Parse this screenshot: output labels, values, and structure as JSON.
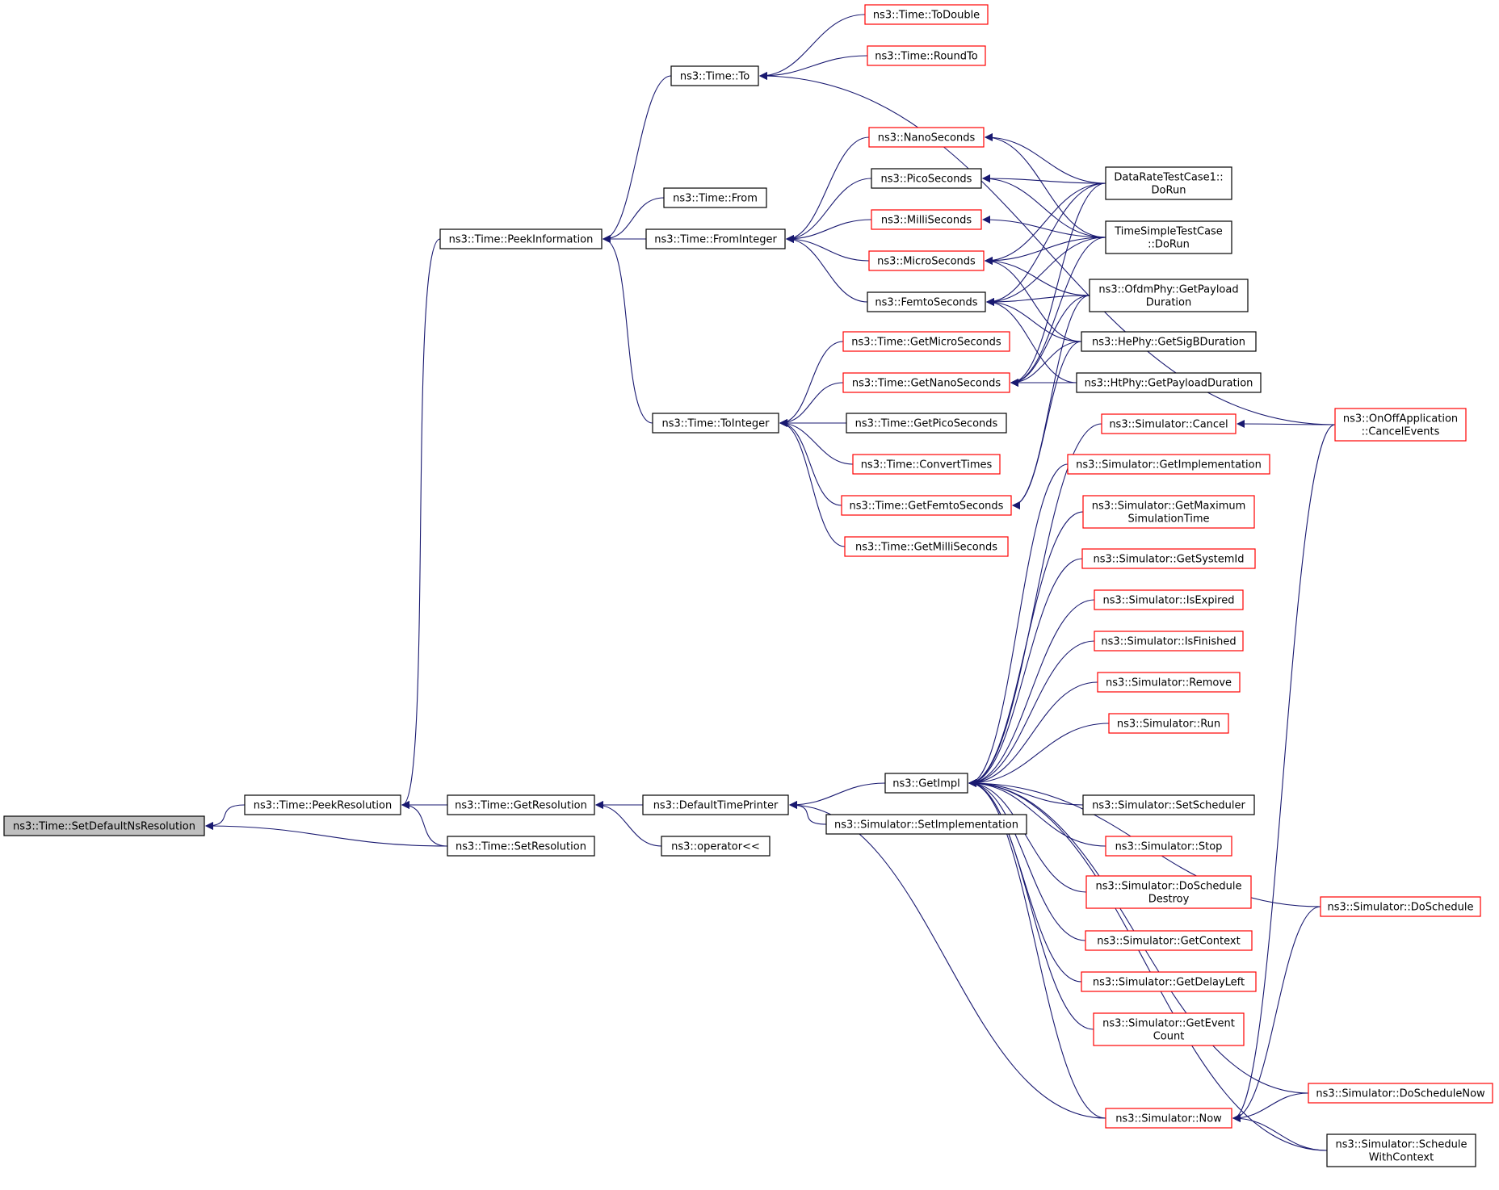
{
  "graph": {
    "focus_id": "setdefault",
    "edge_color": "#191970",
    "focus_fill": "#bfbfbf",
    "border_default": "#000000",
    "border_truncated": "#ff0000",
    "nodes": [
      {
        "id": "setdefault",
        "lines": [
          "ns3::Time::SetDefaultNsResolution"
        ],
        "truncated": false,
        "focus": true
      },
      {
        "id": "peekres",
        "lines": [
          "ns3::Time::PeekResolution"
        ],
        "truncated": false
      },
      {
        "id": "peekinfo",
        "lines": [
          "ns3::Time::PeekInformation"
        ],
        "truncated": false
      },
      {
        "id": "getres",
        "lines": [
          "ns3::Time::GetResolution"
        ],
        "truncated": false
      },
      {
        "id": "setres",
        "lines": [
          "ns3::Time::SetResolution"
        ],
        "truncated": false
      },
      {
        "id": "to",
        "lines": [
          "ns3::Time::To"
        ],
        "truncated": false
      },
      {
        "id": "from",
        "lines": [
          "ns3::Time::From"
        ],
        "truncated": false
      },
      {
        "id": "fromint",
        "lines": [
          "ns3::Time::FromInteger"
        ],
        "truncated": false
      },
      {
        "id": "toint",
        "lines": [
          "ns3::Time::ToInteger"
        ],
        "truncated": false
      },
      {
        "id": "dtp",
        "lines": [
          "ns3::DefaultTimePrinter"
        ],
        "truncated": false
      },
      {
        "id": "oplt",
        "lines": [
          "ns3::operator<<"
        ],
        "truncated": false
      },
      {
        "id": "todouble",
        "lines": [
          "ns3::Time::ToDouble"
        ],
        "truncated": true
      },
      {
        "id": "roundto",
        "lines": [
          "ns3::Time::RoundTo"
        ],
        "truncated": true
      },
      {
        "id": "nanos",
        "lines": [
          "ns3::NanoSeconds"
        ],
        "truncated": true
      },
      {
        "id": "picos",
        "lines": [
          "ns3::PicoSeconds"
        ],
        "truncated": false
      },
      {
        "id": "millis",
        "lines": [
          "ns3::MilliSeconds"
        ],
        "truncated": true
      },
      {
        "id": "micros",
        "lines": [
          "ns3::MicroSeconds"
        ],
        "truncated": true
      },
      {
        "id": "femtos",
        "lines": [
          "ns3::FemtoSeconds"
        ],
        "truncated": false
      },
      {
        "id": "getmicro",
        "lines": [
          "ns3::Time::GetMicroSeconds"
        ],
        "truncated": true
      },
      {
        "id": "getnano",
        "lines": [
          "ns3::Time::GetNanoSeconds"
        ],
        "truncated": true
      },
      {
        "id": "getpico",
        "lines": [
          "ns3::Time::GetPicoSeconds"
        ],
        "truncated": false
      },
      {
        "id": "convert",
        "lines": [
          "ns3::Time::ConvertTimes"
        ],
        "truncated": true
      },
      {
        "id": "getfemto",
        "lines": [
          "ns3::Time::GetFemtoSeconds"
        ],
        "truncated": true
      },
      {
        "id": "getmilli",
        "lines": [
          "ns3::Time::GetMilliSeconds"
        ],
        "truncated": true
      },
      {
        "id": "getimpl",
        "lines": [
          "ns3::GetImpl"
        ],
        "truncated": false
      },
      {
        "id": "setimpl",
        "lines": [
          "ns3::Simulator::SetImplementation"
        ],
        "truncated": false
      },
      {
        "id": "datarate",
        "lines": [
          "DataRateTestCase1::",
          "DoRun"
        ],
        "truncated": false
      },
      {
        "id": "timesimple",
        "lines": [
          "TimeSimpleTestCase",
          "::DoRun"
        ],
        "truncated": false
      },
      {
        "id": "ofdm",
        "lines": [
          "ns3::OfdmPhy::GetPayload",
          "Duration"
        ],
        "truncated": false
      },
      {
        "id": "hephy",
        "lines": [
          "ns3::HePhy::GetSigBDuration"
        ],
        "truncated": false
      },
      {
        "id": "htphy",
        "lines": [
          "ns3::HtPhy::GetPayloadDuration"
        ],
        "truncated": false
      },
      {
        "id": "cancel",
        "lines": [
          "ns3::Simulator::Cancel"
        ],
        "truncated": true
      },
      {
        "id": "getimplementation",
        "lines": [
          "ns3::Simulator::GetImplementation"
        ],
        "truncated": true
      },
      {
        "id": "getmaxsim",
        "lines": [
          "ns3::Simulator::GetMaximum",
          "SimulationTime"
        ],
        "truncated": true
      },
      {
        "id": "getsysid",
        "lines": [
          "ns3::Simulator::GetSystemId"
        ],
        "truncated": true
      },
      {
        "id": "isexpired",
        "lines": [
          "ns3::Simulator::IsExpired"
        ],
        "truncated": true
      },
      {
        "id": "isfinished",
        "lines": [
          "ns3::Simulator::IsFinished"
        ],
        "truncated": true
      },
      {
        "id": "remove",
        "lines": [
          "ns3::Simulator::Remove"
        ],
        "truncated": true
      },
      {
        "id": "run",
        "lines": [
          "ns3::Simulator::Run"
        ],
        "truncated": true
      },
      {
        "id": "setscheduler",
        "lines": [
          "ns3::Simulator::SetScheduler"
        ],
        "truncated": false
      },
      {
        "id": "stop",
        "lines": [
          "ns3::Simulator::Stop"
        ],
        "truncated": true
      },
      {
        "id": "doschedestroy",
        "lines": [
          "ns3::Simulator::DoSchedule",
          "Destroy"
        ],
        "truncated": true
      },
      {
        "id": "getcontext",
        "lines": [
          "ns3::Simulator::GetContext"
        ],
        "truncated": true
      },
      {
        "id": "getdelay",
        "lines": [
          "ns3::Simulator::GetDelayLeft"
        ],
        "truncated": true
      },
      {
        "id": "geteventcount",
        "lines": [
          "ns3::Simulator::GetEvent",
          "Count"
        ],
        "truncated": true
      },
      {
        "id": "now",
        "lines": [
          "ns3::Simulator::Now"
        ],
        "truncated": true
      },
      {
        "id": "onoff",
        "lines": [
          "ns3::OnOffApplication",
          "::CancelEvents"
        ],
        "truncated": true
      },
      {
        "id": "dosched",
        "lines": [
          "ns3::Simulator::DoSchedule"
        ],
        "truncated": true
      },
      {
        "id": "doschednow",
        "lines": [
          "ns3::Simulator::DoScheduleNow"
        ],
        "truncated": true
      },
      {
        "id": "schedctx",
        "lines": [
          "ns3::Simulator::Schedule",
          "WithContext"
        ],
        "truncated": false
      }
    ],
    "edges": [
      {
        "from": "setdefault",
        "to": "peekres"
      },
      {
        "from": "setdefault",
        "to": "setres"
      },
      {
        "from": "peekres",
        "to": "peekinfo"
      },
      {
        "from": "peekres",
        "to": "getres"
      },
      {
        "from": "peekres",
        "to": "setres"
      },
      {
        "from": "peekinfo",
        "to": "to"
      },
      {
        "from": "peekinfo",
        "to": "from"
      },
      {
        "from": "peekinfo",
        "to": "fromint"
      },
      {
        "from": "peekinfo",
        "to": "toint"
      },
      {
        "from": "getres",
        "to": "dtp"
      },
      {
        "from": "getres",
        "to": "oplt"
      },
      {
        "from": "to",
        "to": "todouble"
      },
      {
        "from": "to",
        "to": "roundto"
      },
      {
        "from": "to",
        "to": "onoff"
      },
      {
        "from": "fromint",
        "to": "nanos"
      },
      {
        "from": "fromint",
        "to": "picos"
      },
      {
        "from": "fromint",
        "to": "millis"
      },
      {
        "from": "fromint",
        "to": "micros"
      },
      {
        "from": "fromint",
        "to": "femtos"
      },
      {
        "from": "toint",
        "to": "getmicro"
      },
      {
        "from": "toint",
        "to": "getnano"
      },
      {
        "from": "toint",
        "to": "getpico"
      },
      {
        "from": "toint",
        "to": "convert"
      },
      {
        "from": "toint",
        "to": "getfemto"
      },
      {
        "from": "toint",
        "to": "getmilli"
      },
      {
        "from": "nanos",
        "to": "datarate"
      },
      {
        "from": "nanos",
        "to": "timesimple"
      },
      {
        "from": "picos",
        "to": "datarate"
      },
      {
        "from": "picos",
        "to": "timesimple"
      },
      {
        "from": "millis",
        "to": "timesimple"
      },
      {
        "from": "micros",
        "to": "datarate"
      },
      {
        "from": "micros",
        "to": "timesimple"
      },
      {
        "from": "micros",
        "to": "ofdm"
      },
      {
        "from": "micros",
        "to": "hephy"
      },
      {
        "from": "femtos",
        "to": "datarate"
      },
      {
        "from": "femtos",
        "to": "timesimple"
      },
      {
        "from": "femtos",
        "to": "ofdm"
      },
      {
        "from": "femtos",
        "to": "hephy"
      },
      {
        "from": "femtos",
        "to": "htphy"
      },
      {
        "from": "getnano",
        "to": "datarate"
      },
      {
        "from": "getnano",
        "to": "timesimple"
      },
      {
        "from": "getnano",
        "to": "ofdm"
      },
      {
        "from": "getnano",
        "to": "hephy"
      },
      {
        "from": "getnano",
        "to": "htphy"
      },
      {
        "from": "getfemto",
        "to": "ofdm"
      },
      {
        "from": "getfemto",
        "to": "hephy"
      },
      {
        "from": "dtp",
        "to": "getimpl"
      },
      {
        "from": "dtp",
        "to": "setimpl"
      },
      {
        "from": "dtp",
        "to": "now"
      },
      {
        "from": "getimpl",
        "to": "cancel"
      },
      {
        "from": "getimpl",
        "to": "getimplementation"
      },
      {
        "from": "getimpl",
        "to": "getmaxsim"
      },
      {
        "from": "getimpl",
        "to": "getsysid"
      },
      {
        "from": "getimpl",
        "to": "isexpired"
      },
      {
        "from": "getimpl",
        "to": "isfinished"
      },
      {
        "from": "getimpl",
        "to": "remove"
      },
      {
        "from": "getimpl",
        "to": "run"
      },
      {
        "from": "getimpl",
        "to": "setscheduler"
      },
      {
        "from": "getimpl",
        "to": "stop"
      },
      {
        "from": "getimpl",
        "to": "doschedestroy"
      },
      {
        "from": "getimpl",
        "to": "getcontext"
      },
      {
        "from": "getimpl",
        "to": "getdelay"
      },
      {
        "from": "getimpl",
        "to": "geteventcount"
      },
      {
        "from": "getimpl",
        "to": "now"
      },
      {
        "from": "getimpl",
        "to": "dosched"
      },
      {
        "from": "getimpl",
        "to": "doschednow"
      },
      {
        "from": "getimpl",
        "to": "schedctx"
      },
      {
        "from": "cancel",
        "to": "onoff"
      },
      {
        "from": "now",
        "to": "onoff"
      },
      {
        "from": "now",
        "to": "dosched"
      },
      {
        "from": "now",
        "to": "doschednow"
      },
      {
        "from": "now",
        "to": "schedctx"
      }
    ]
  }
}
